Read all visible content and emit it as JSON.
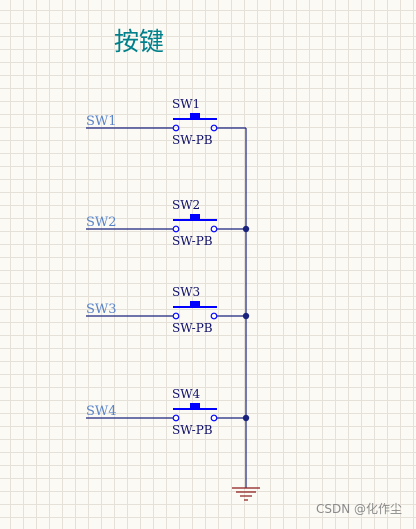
{
  "title": "按键",
  "watermark": "CSDN @化作尘",
  "colors": {
    "wire": "#1a237e",
    "component": "#0000ff",
    "net_label": "#5a84c8",
    "ground": "#8b1a1a",
    "title": "#00808a"
  },
  "switches": [
    {
      "designator": "SW1",
      "value": "SW-PB",
      "net": "SW1"
    },
    {
      "designator": "SW2",
      "value": "SW-PB",
      "net": "SW2"
    },
    {
      "designator": "SW3",
      "value": "SW-PB",
      "net": "SW3"
    },
    {
      "designator": "SW4",
      "value": "SW-PB",
      "net": "SW4"
    }
  ]
}
